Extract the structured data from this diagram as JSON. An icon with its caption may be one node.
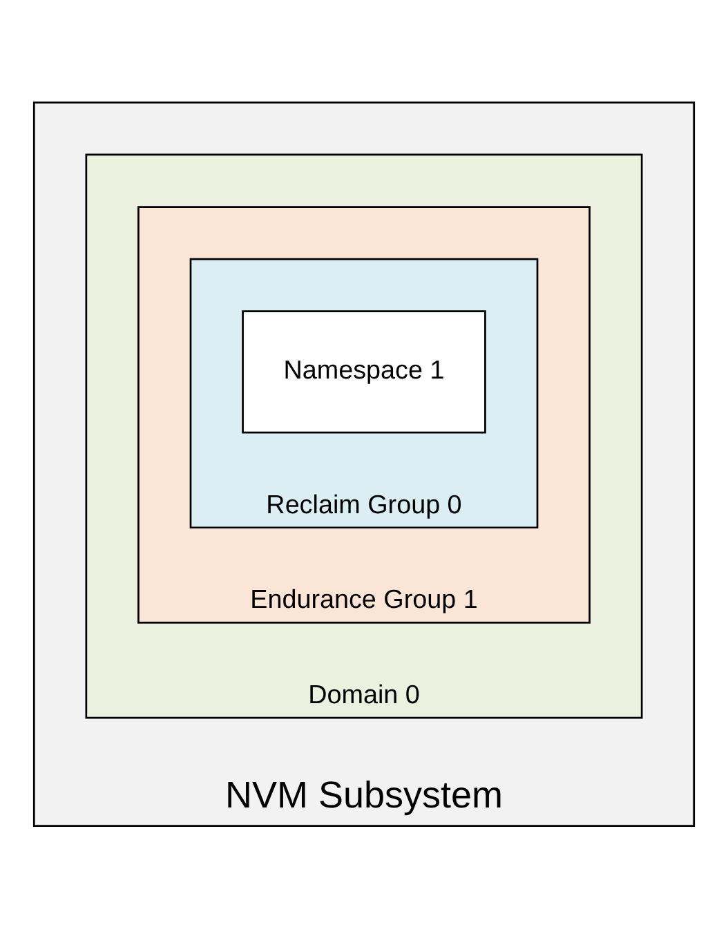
{
  "diagram": {
    "nodes": [
      {
        "text": [
          "NVM Subsystem"
        ]
      },
      {
        "text": [
          "Domain 0"
        ],
        "in": 0
      },
      {
        "text": [
          "Endurance Group 1"
        ],
        "in": 1
      },
      {
        "text": [
          "Reclaim Group 0"
        ],
        "in": 2
      },
      {
        "text": [
          "Namespace 1"
        ],
        "in": 3
      }
    ]
  }
}
